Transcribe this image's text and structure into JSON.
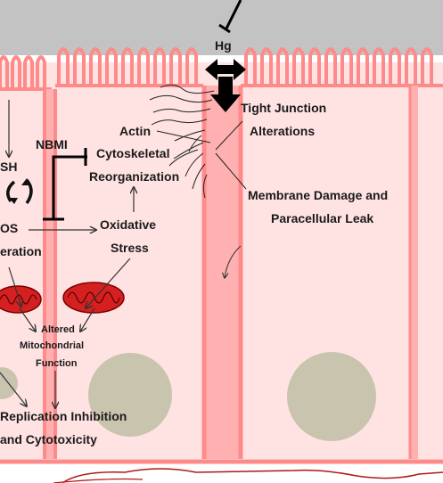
{
  "diagram": {
    "labels": {
      "hg": "Hg",
      "nbmi": "NBMI",
      "gsh_partial": "SH",
      "ros_partial": "OS",
      "generation_partial": "eration",
      "actin": "Actin",
      "cytoskeletal": "Cytoskeletal",
      "reorganization": "Reorganization",
      "oxidative": "Oxidative",
      "stress": "Stress",
      "tight_junction": "Tight Junction",
      "alterations": "Alterations",
      "membrane_damage": "Membrane Damage and",
      "paracellular_leak": "Paracellular Leak",
      "altered": "Altered",
      "mitochondrial": "Mitochondrial",
      "function": "Function",
      "replication_inhibition": "Replication Inhibition",
      "and_cytotoxicity": "and Cytotoxicity"
    },
    "colors": {
      "lumen": "#c3c3c3",
      "cell_fill": "#ffe3e3",
      "membrane": "#ff8a8a",
      "junction": "#ffb0b0",
      "nucleus": "#c9c4ad",
      "mitochondria": "#d42020",
      "arrows": "#333333",
      "inhibitor": "#000000"
    }
  }
}
